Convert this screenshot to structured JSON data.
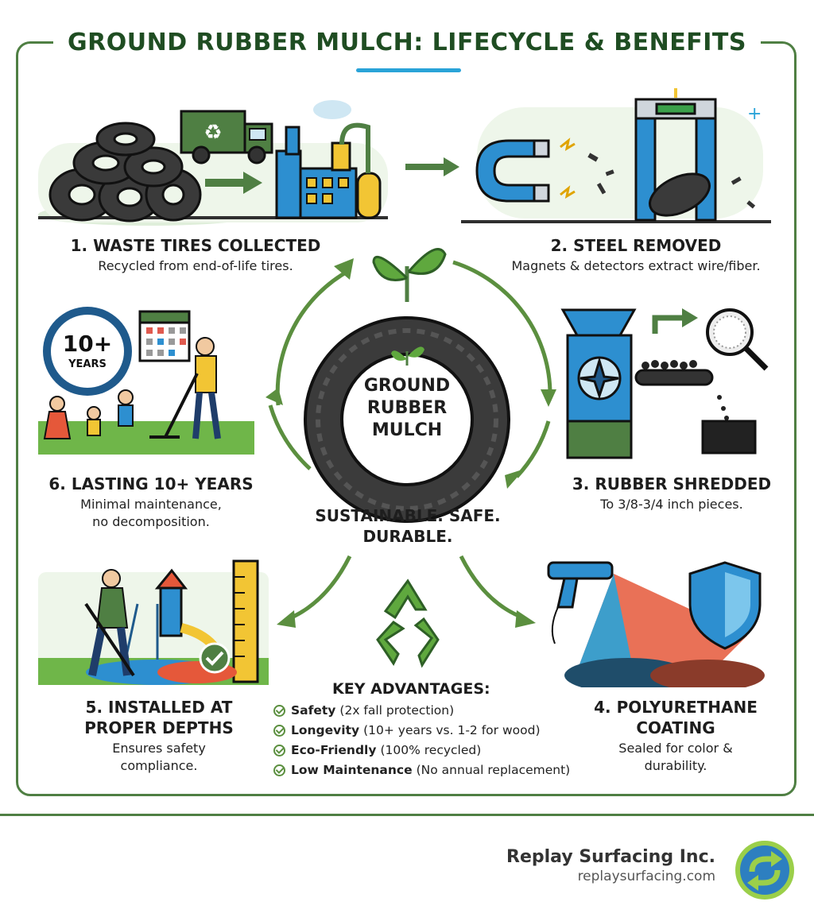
{
  "title": "GROUND RUBBER MULCH: LIFECYCLE & BENEFITS",
  "colors": {
    "accent": "#4f7f43",
    "title": "#1f4d22",
    "underline": "#2aa3d8"
  },
  "steps": [
    {
      "heading": "1. WASTE TIRES COLLECTED",
      "text": "Recycled from end-of-life tires."
    },
    {
      "heading": "2. STEEL REMOVED",
      "text": "Magnets & detectors extract wire/fiber."
    },
    {
      "heading": "3. RUBBER SHREDDED",
      "text": "To 3/8-3/4 inch pieces."
    },
    {
      "heading": "4. POLYURETHANE COATING",
      "heading_lines": [
        "4. POLYURETHANE",
        "COATING"
      ],
      "text_lines": [
        "Sealed for color &",
        "durability."
      ]
    },
    {
      "heading": "5. INSTALLED AT PROPER DEPTHS",
      "heading_lines": [
        "5. INSTALLED AT",
        "PROPER DEPTHS"
      ],
      "text_lines": [
        "Ensures safety",
        "compliance."
      ]
    },
    {
      "heading": "6. LASTING 10+ YEARS",
      "text_lines": [
        "Minimal maintenance,",
        "no decomposition."
      ]
    }
  ],
  "center": {
    "label_lines": [
      "GROUND",
      "RUBBER",
      "MULCH"
    ],
    "tagline_lines": [
      "SUSTAINABLE. SAFE.",
      "DURABLE."
    ]
  },
  "badge": {
    "line1": "10+",
    "line2": "YEARS"
  },
  "advantages": {
    "title": "KEY ADVANTAGES:",
    "items": [
      {
        "bold": "Safety",
        "rest": "(2x fall protection)"
      },
      {
        "bold": "Longevity",
        "rest": "(10+ years vs. 1-2 for wood)"
      },
      {
        "bold": "Eco-Friendly",
        "rest": "(100% recycled)"
      },
      {
        "bold": "Low Maintenance",
        "rest": "(No annual replacement)"
      }
    ]
  },
  "company": {
    "name": "Replay Surfacing Inc.",
    "url": "replaysurfacing.com"
  },
  "icons": [
    "tire-pile-icon",
    "garbage-truck-icon",
    "factory-icon",
    "magnet-icon",
    "metal-detector-icon",
    "shredder-icon",
    "magnifier-icon",
    "spray-gun-icon",
    "shield-icon",
    "worker-icon",
    "playground-icon",
    "ruler-icon",
    "clock-icon",
    "calendar-icon",
    "family-icon",
    "recycle-icon",
    "sprout-icon",
    "company-logo-icon"
  ]
}
